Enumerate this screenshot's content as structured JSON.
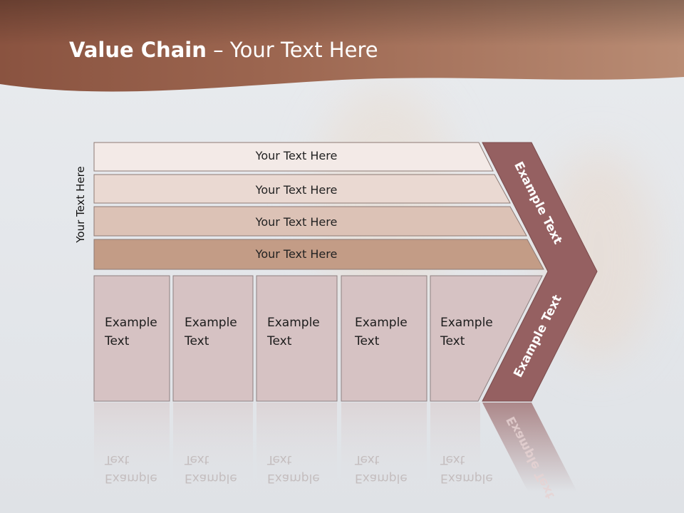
{
  "title": {
    "bold": "Value Chain",
    "rest": " – Your Text Here"
  },
  "side_label": "Your Text Here",
  "bars": [
    {
      "label": "Your Text Here",
      "color": "#f3eae7"
    },
    {
      "label": "Your Text Here",
      "color": "#ead9d2"
    },
    {
      "label": "Your Text Here",
      "color": "#dcc2b6"
    },
    {
      "label": "Your Text Here",
      "color": "#c39c86"
    }
  ],
  "boxes": [
    {
      "line1": "Example",
      "line2": "Text"
    },
    {
      "line1": "Example",
      "line2": "Text"
    },
    {
      "line1": "Example",
      "line2": "Text"
    },
    {
      "line1": "Example",
      "line2": "Text"
    },
    {
      "line1": "Example",
      "line2": "Text"
    }
  ],
  "chevron": {
    "top_label": "Example Text",
    "bottom_label": "Example Text"
  },
  "colors": {
    "header": "#a06a50",
    "chevron": "#956061",
    "box_fill": "#d6c2c3"
  }
}
